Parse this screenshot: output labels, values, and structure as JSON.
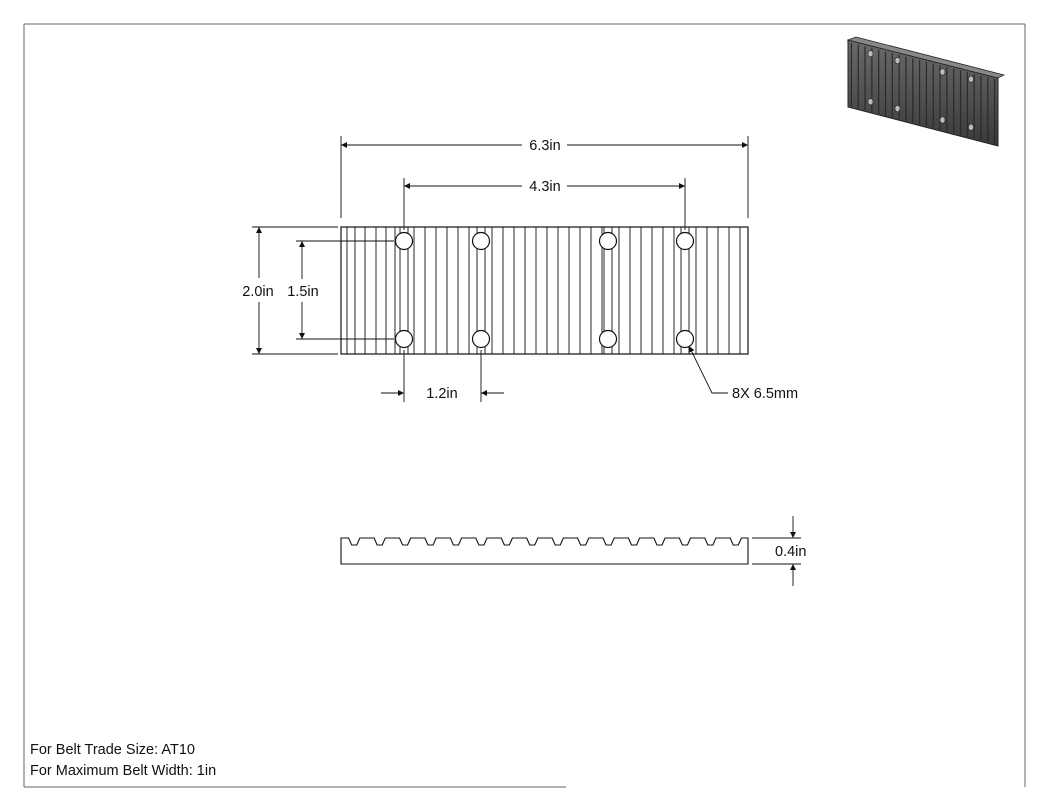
{
  "drawing": {
    "dimensions": {
      "overall_length": "6.3in",
      "hole_spacing_outer": "4.3in",
      "overall_width": "2.0in",
      "hole_spacing_vertical": "1.5in",
      "hole_pitch": "1.2in",
      "thickness": "0.4in"
    },
    "callout": {
      "holes": "8X 6.5mm"
    },
    "notes": [
      "For Belt Trade Size: AT10",
      "For Maximum Belt Width: 1in"
    ]
  },
  "colors": {
    "line": "#1a1a1a",
    "part_shade": "#555555",
    "paper": "#ffffff"
  }
}
